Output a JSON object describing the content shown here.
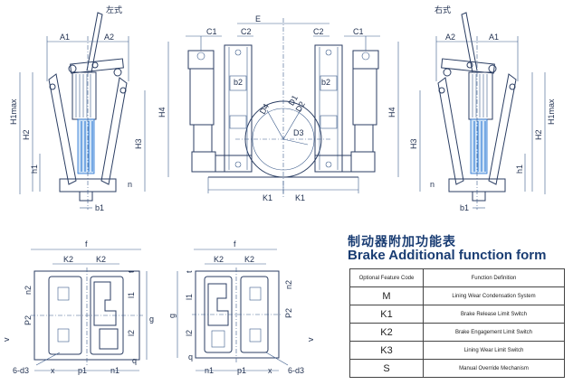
{
  "views": {
    "left_title": "左式",
    "right_title": "右式"
  },
  "dimensions": {
    "A1": "A1",
    "A2": "A2",
    "H1max": "H1max",
    "H2": "H2",
    "H3": "H3",
    "H4": "H4",
    "h1": "h1",
    "n": "n",
    "b1": "b1",
    "b2": "b2",
    "C1": "C1",
    "C2": "C2",
    "E": "E",
    "K1": "K1",
    "K2": "K2",
    "D1": "D1",
    "D2": "D2",
    "D3": "D3",
    "D4": "D4",
    "f": "f",
    "t": "t",
    "n2": "n2",
    "l1": "l1",
    "l2": "l2",
    "P2": "P2",
    "g": "g",
    "v": "v",
    "q": "q",
    "x": "x",
    "p1": "p1",
    "n1": "n1",
    "d3": "6-d3"
  },
  "function_table": {
    "title_cn": "制动器附加功能表",
    "title_en": "Brake Additional function form",
    "header_code": "Optional Feature Code",
    "header_def": "Function Definition",
    "rows": [
      {
        "code": "M",
        "definition": "Lining Wear Condensation System"
      },
      {
        "code": "K1",
        "definition": "Brake Release Limit Switch"
      },
      {
        "code": "K2",
        "definition": "Brake Engagement Limit Switch"
      },
      {
        "code": "K3",
        "definition": "Lining Wear Limit Switch"
      },
      {
        "code": "S",
        "definition": "Manual Override Mechanism"
      }
    ]
  }
}
